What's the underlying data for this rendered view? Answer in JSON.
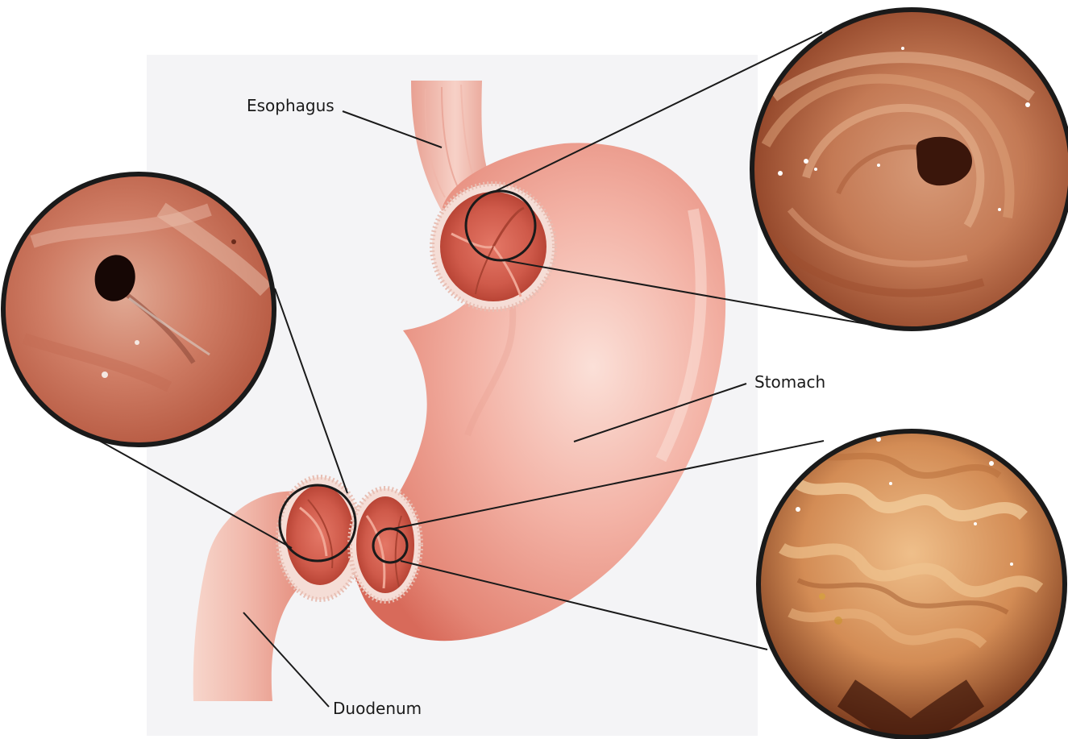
{
  "labels": {
    "esophagus": "Esophagus",
    "stomach": "Stomach",
    "duodenum": "Duodenum"
  },
  "colors": {
    "background_panel": "#f4f4f6",
    "tissue_light": "#f6c7bd",
    "tissue_mid": "#ea9a8b",
    "tissue_dark": "#c8584a",
    "endoscopy_dark": "#7a2f1f",
    "endoscopy_warm": "#c8754d",
    "leader_line": "#1a1a1a"
  },
  "insets": [
    {
      "name": "lower-esophageal-sphincter-view",
      "depicts": "gastroesophageal junction opening"
    },
    {
      "name": "pylorus-view",
      "depicts": "pyloric opening"
    },
    {
      "name": "stomach-lining-view",
      "depicts": "gastric folds (rugae)"
    }
  ]
}
